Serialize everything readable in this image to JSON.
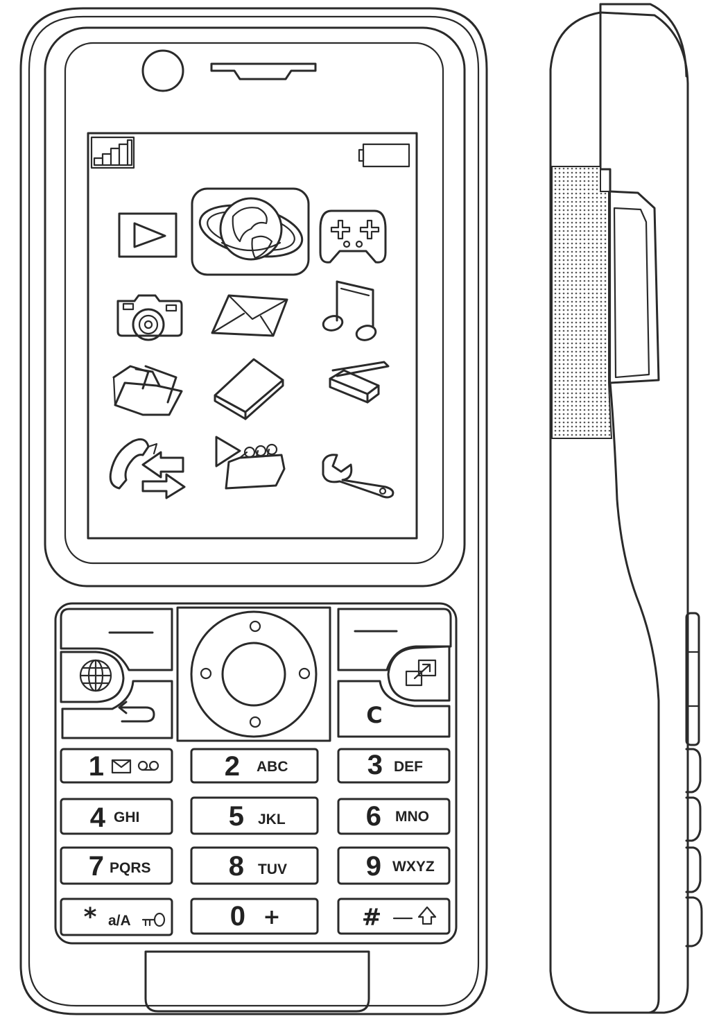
{
  "screen": {
    "status": {
      "signal_icon": "signal-strength-icon",
      "battery_icon": "battery-icon"
    },
    "menu_icons": [
      [
        "media-player-icon",
        "internet-globe-icon",
        "games-controller-icon"
      ],
      [
        "camera-icon",
        "messaging-envelope-icon",
        "music-note-icon"
      ],
      [
        "file-manager-folder-icon",
        "organizer-book-icon",
        "scanner-icon"
      ],
      [
        "call-log-icon",
        "entertainment-notepad-icon",
        "settings-wrench-icon"
      ]
    ],
    "selected_icon": "internet-globe-icon"
  },
  "keypad": {
    "keys": [
      {
        "digit": "1",
        "letters": ""
      },
      {
        "digit": "2",
        "letters": "ABC"
      },
      {
        "digit": "3",
        "letters": "DEF"
      },
      {
        "digit": "4",
        "letters": "GHI"
      },
      {
        "digit": "5",
        "letters": "JKL"
      },
      {
        "digit": "6",
        "letters": "MNO"
      },
      {
        "digit": "7",
        "letters": "PQRS"
      },
      {
        "digit": "8",
        "letters": "TUV"
      },
      {
        "digit": "9",
        "letters": "WXYZ"
      },
      {
        "digit": "*",
        "letters": "a/A"
      },
      {
        "digit": "0",
        "letters": "+"
      },
      {
        "digit": "#",
        "letters": ""
      }
    ],
    "clear_label": "C"
  }
}
